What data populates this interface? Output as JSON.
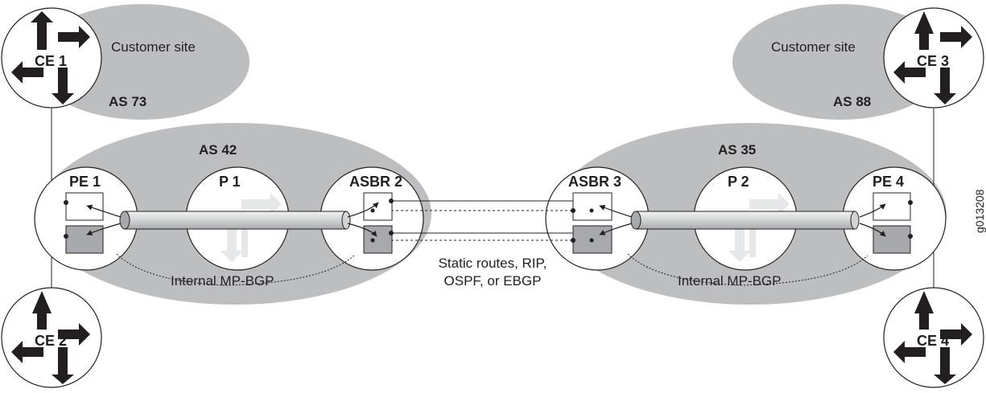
{
  "colors": {
    "ellipse_fill": "#bcbec0",
    "ink": "#231f20",
    "light_arrow": "#e6e7e8",
    "box_gray": "#a7a9ac",
    "tunnel_fill": "#d8d9da"
  },
  "customer_sites": {
    "left": {
      "label": "Customer site",
      "as": "AS 73"
    },
    "right": {
      "label": "Customer site",
      "as": "AS 88"
    }
  },
  "autonomous_systems": {
    "left": "AS 42",
    "right": "AS 35"
  },
  "routers": {
    "ce1": "CE 1",
    "ce2": "CE 2",
    "ce3": "CE 3",
    "ce4": "CE 4",
    "pe1": "PE 1",
    "p1": "P 1",
    "asbr2": "ASBR 2",
    "asbr3": "ASBR 3",
    "p2": "P 2",
    "pe4": "PE 4"
  },
  "ibgp_labels": {
    "left": "Internal MP-BGP",
    "right": "Internal MP-BGP"
  },
  "inter_as_label": {
    "line1": "Static routes, RIP,",
    "line2": "OSPF, or EBGP"
  },
  "figure_id": "g013208"
}
